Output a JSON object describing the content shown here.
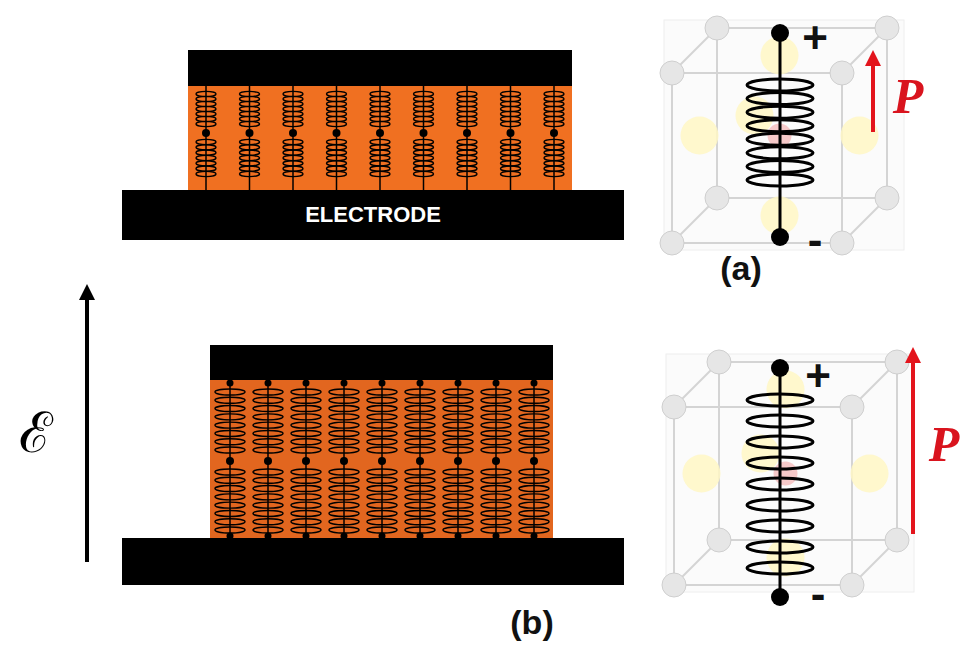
{
  "diagram": {
    "nodes": [
      {
        "text": [
          "ELECTRODE"
        ]
      }
    ],
    "labels": [
      "(a)",
      "+",
      "-",
      "P",
      "ℰ",
      "(b)",
      "+",
      "-",
      "P"
    ]
  }
}
